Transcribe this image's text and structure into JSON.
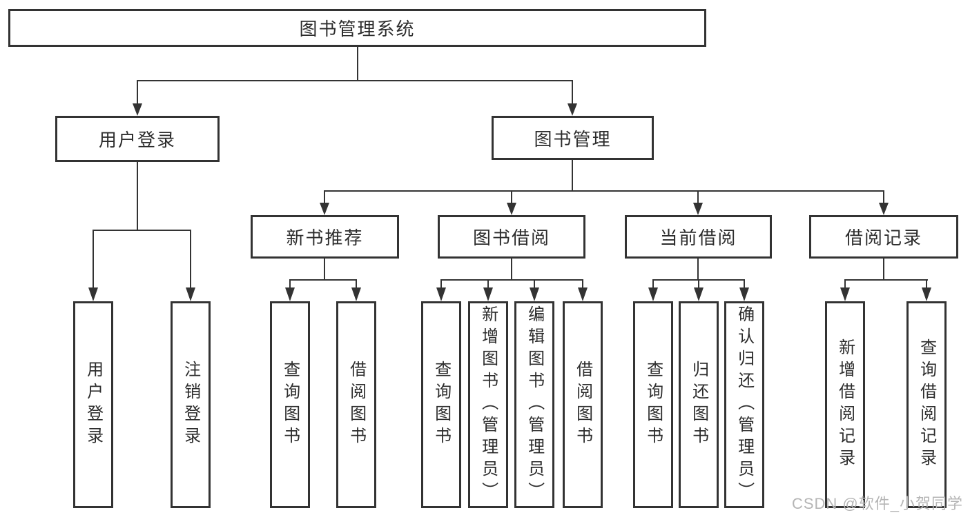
{
  "nodes": {
    "root": "图书管理系统",
    "user_login": "用户登录",
    "book_mgmt": "图书管理",
    "new_book_rec": "新书推荐",
    "book_borrow": "图书借阅",
    "current_borrow": "当前借阅",
    "borrow_records": "借阅记录"
  },
  "leaves": {
    "user_login": "用户登录",
    "logout": "注销登录",
    "rec_query_books": "查询图书",
    "rec_borrow_books": "借阅图书",
    "borrow_query_books": "查询图书",
    "borrow_add_books_admin": "新增图书（管理员）",
    "borrow_edit_books_admin": "编辑图书（管理员）",
    "borrow_borrow_books": "借阅图书",
    "current_query_books": "查询图书",
    "current_return_books": "归还图书",
    "current_confirm_return_admin": "确认归还（管理员）",
    "records_add_record": "新增借阅记录",
    "records_query_record": "查询借阅记录"
  },
  "watermark": "CSDN @软件_小贺同学",
  "colors": {
    "line": "#333333",
    "text": "#2d2d2d",
    "bg": "#ffffff",
    "box-bg": "#ffffff",
    "watermark": "#b5b5b5"
  }
}
